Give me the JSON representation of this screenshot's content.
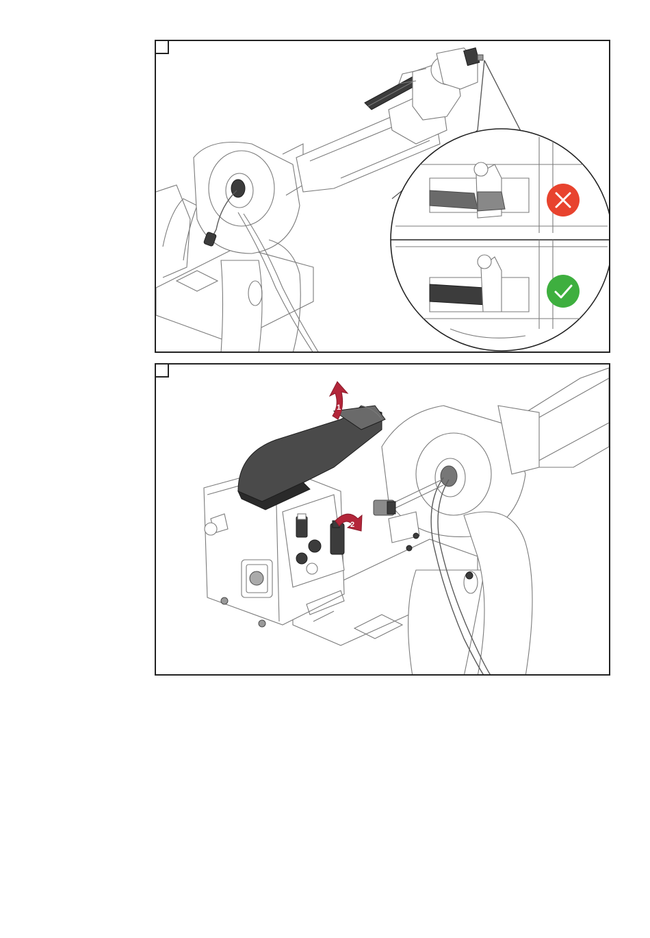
{
  "steps": [
    {
      "number": "",
      "illustration": "robot-arm-torch-connection-detail"
    },
    {
      "number": "",
      "illustration": "wirefeeder-open-cover-and-lever"
    }
  ],
  "callouts": {
    "wrong_icon": "cross-icon",
    "right_icon": "check-icon",
    "arrow_1": "1",
    "arrow_2": "2"
  },
  "colors": {
    "frame": "#222222",
    "wrong": "#e8432e",
    "right": "#3eaf3f",
    "arrow": "#b3263a",
    "part_dark": "#3c3c3c"
  }
}
